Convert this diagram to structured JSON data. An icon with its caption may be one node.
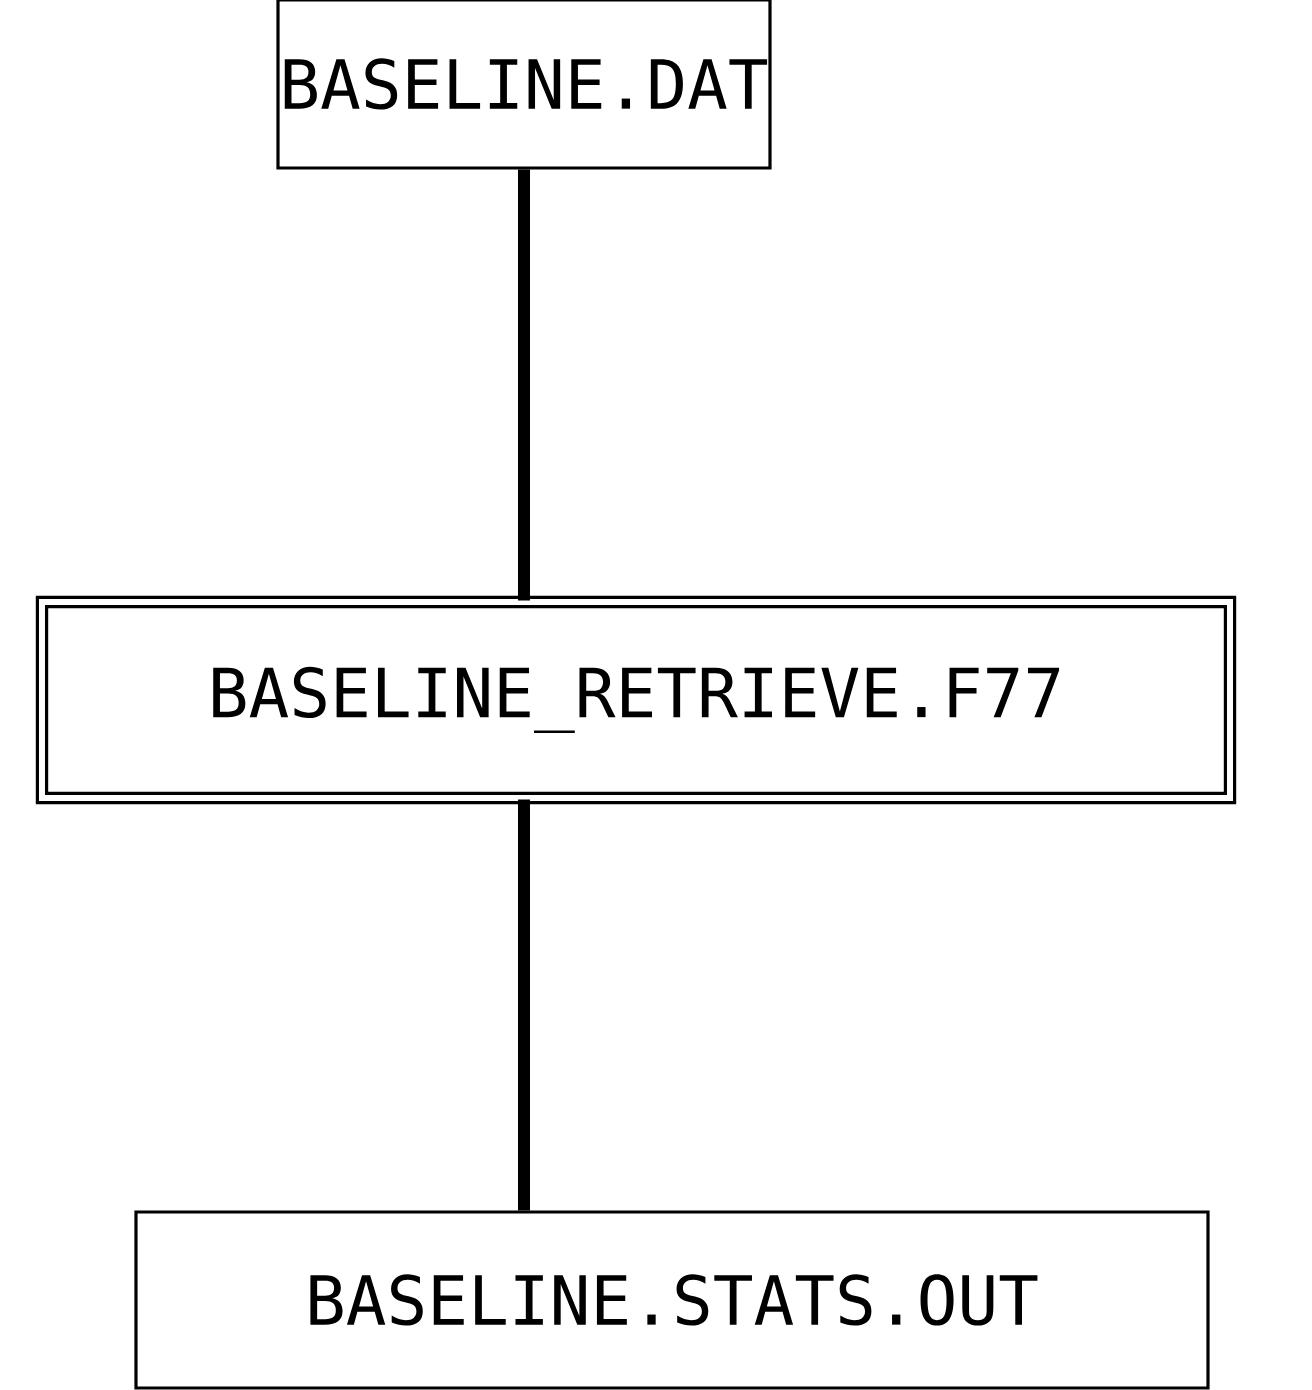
{
  "diagram": {
    "nodes": [
      {
        "text": [
          "BASELINE.DAT"
        ]
      },
      {
        "text": [
          "BASELINE_RETRIEVE.F77"
        ]
      },
      {
        "text": [
          "BASELINE.STATS.OUT"
        ]
      }
    ],
    "edges": [
      {
        "from": 0,
        "to": 1,
        "arrow": "none"
      },
      {
        "from": 1,
        "to": 2,
        "arrow": "none"
      }
    ]
  }
}
